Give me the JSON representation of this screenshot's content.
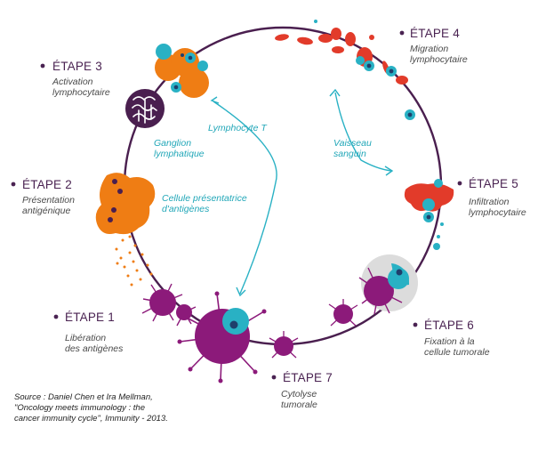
{
  "colors": {
    "cycle": "#4a1f4f",
    "purple": "#8c1a7a",
    "teal": "#29b1c4",
    "orange": "#ef7d14",
    "red": "#e23b2a",
    "gray": "#dddddd",
    "title": "#4a2352"
  },
  "stages": [
    {
      "title": "ÉTAPE 1",
      "lines": [
        "Libération",
        "des antigènes"
      ]
    },
    {
      "title": "ÉTAPE 2",
      "lines": [
        "Présentation",
        "antigénique"
      ]
    },
    {
      "title": "ÉTAPE 3",
      "lines": [
        "Activation",
        "lymphocytaire"
      ]
    },
    {
      "title": "ÉTAPE 4",
      "lines": [
        "Migration",
        "lymphocytaire"
      ]
    },
    {
      "title": "ÉTAPE 5",
      "lines": [
        "Infiltration",
        "lymphocytaire"
      ]
    },
    {
      "title": "ÉTAPE 6",
      "lines": [
        "Fixation à la",
        "cellule tumorale"
      ]
    },
    {
      "title": "ÉTAPE 7",
      "lines": [
        "Cytolyse",
        "tumorale"
      ]
    }
  ],
  "labels": {
    "lymph_node": [
      "Ganglion",
      "lymphatique"
    ],
    "t_cell": "Lymphocyte T",
    "blood_vessel": [
      "Vaisseau",
      "sanguin"
    ],
    "apc": [
      "Cellule présentatrice",
      "d'antigènes"
    ]
  },
  "source": [
    "Source : Daniel Chen et Ira Mellman,",
    "\"Oncology meets immunology : the",
    "cancer immunity cycle\", Immunity - 2013."
  ]
}
